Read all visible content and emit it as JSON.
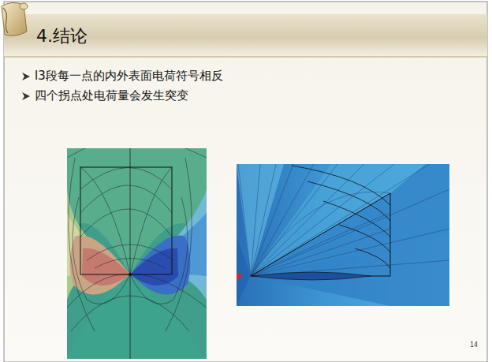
{
  "diagram": {
    "title": "4.结论",
    "labels": [
      "l3段每一点的内外表面电荷符号相反",
      "四个拐点处电荷量会发生突变",
      "14"
    ]
  }
}
